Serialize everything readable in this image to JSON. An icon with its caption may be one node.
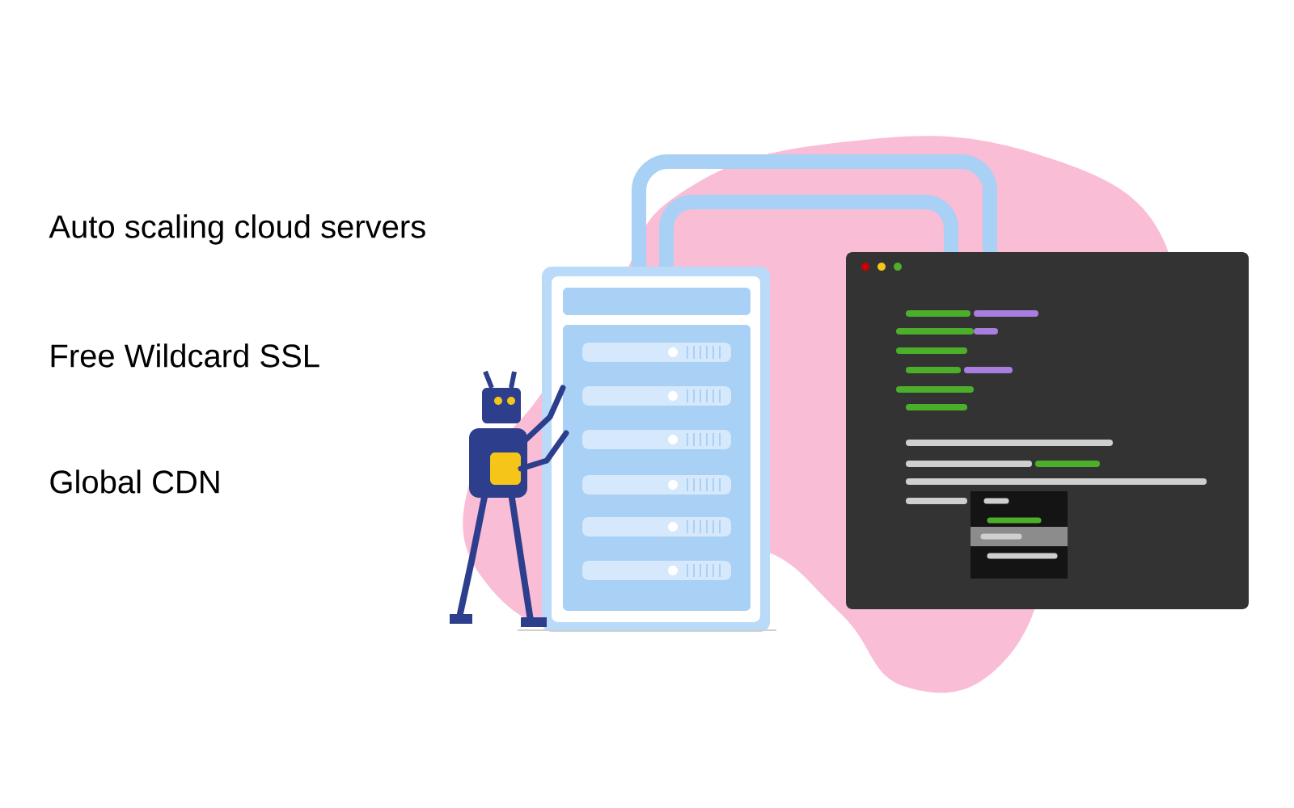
{
  "diagram": {
    "labels": [
      "Auto scaling cloud servers",
      "Free Wildcard SSL",
      "Global CDN"
    ]
  }
}
